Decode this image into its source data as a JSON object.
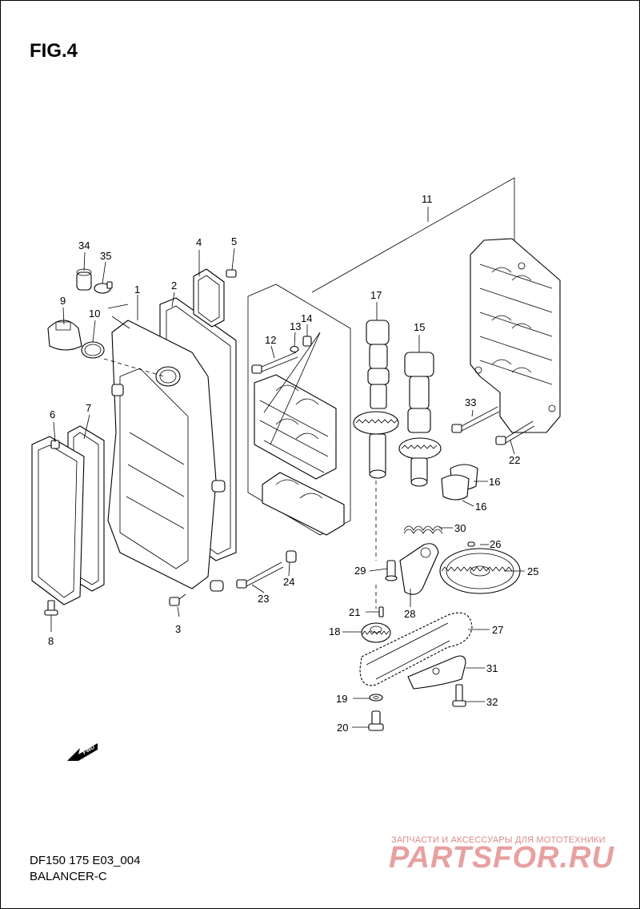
{
  "figure": {
    "title": "FIG.4"
  },
  "footer": {
    "model_code": "DF150 175 E03_004",
    "section_name": "BALANCER-C"
  },
  "fwd_arrow": {
    "label": "FWD",
    "icon": "fwd-arrow-icon"
  },
  "watermark": {
    "tagline": "ЗАПЧАСТИ И АКСЕССУАРЫ ДЛЯ МОТОТЕХНИКИ",
    "brand": "PARTSFOR.RU",
    "color": "#e8a0a0"
  },
  "callouts": [
    {
      "id": "c1",
      "label": "1"
    },
    {
      "id": "c2",
      "label": "2"
    },
    {
      "id": "c3",
      "label": "3"
    },
    {
      "id": "c4",
      "label": "4"
    },
    {
      "id": "c5",
      "label": "5"
    },
    {
      "id": "c6",
      "label": "6"
    },
    {
      "id": "c7",
      "label": "7"
    },
    {
      "id": "c8",
      "label": "8"
    },
    {
      "id": "c9",
      "label": "9"
    },
    {
      "id": "c10",
      "label": "10"
    },
    {
      "id": "c11",
      "label": "11"
    },
    {
      "id": "c12",
      "label": "12"
    },
    {
      "id": "c13",
      "label": "13"
    },
    {
      "id": "c14",
      "label": "14"
    },
    {
      "id": "c15",
      "label": "15"
    },
    {
      "id": "c16a",
      "label": "16"
    },
    {
      "id": "c16b",
      "label": "16"
    },
    {
      "id": "c17",
      "label": "17"
    },
    {
      "id": "c18",
      "label": "18"
    },
    {
      "id": "c19",
      "label": "19"
    },
    {
      "id": "c20",
      "label": "20"
    },
    {
      "id": "c21",
      "label": "21"
    },
    {
      "id": "c22",
      "label": "22"
    },
    {
      "id": "c23",
      "label": "23"
    },
    {
      "id": "c24",
      "label": "24"
    },
    {
      "id": "c25",
      "label": "25"
    },
    {
      "id": "c26",
      "label": "26"
    },
    {
      "id": "c27",
      "label": "27"
    },
    {
      "id": "c28",
      "label": "28"
    },
    {
      "id": "c29",
      "label": "29"
    },
    {
      "id": "c30",
      "label": "30"
    },
    {
      "id": "c31",
      "label": "31"
    },
    {
      "id": "c32",
      "label": "32"
    },
    {
      "id": "c33",
      "label": "33"
    },
    {
      "id": "c34",
      "label": "34"
    },
    {
      "id": "c35",
      "label": "35"
    }
  ]
}
